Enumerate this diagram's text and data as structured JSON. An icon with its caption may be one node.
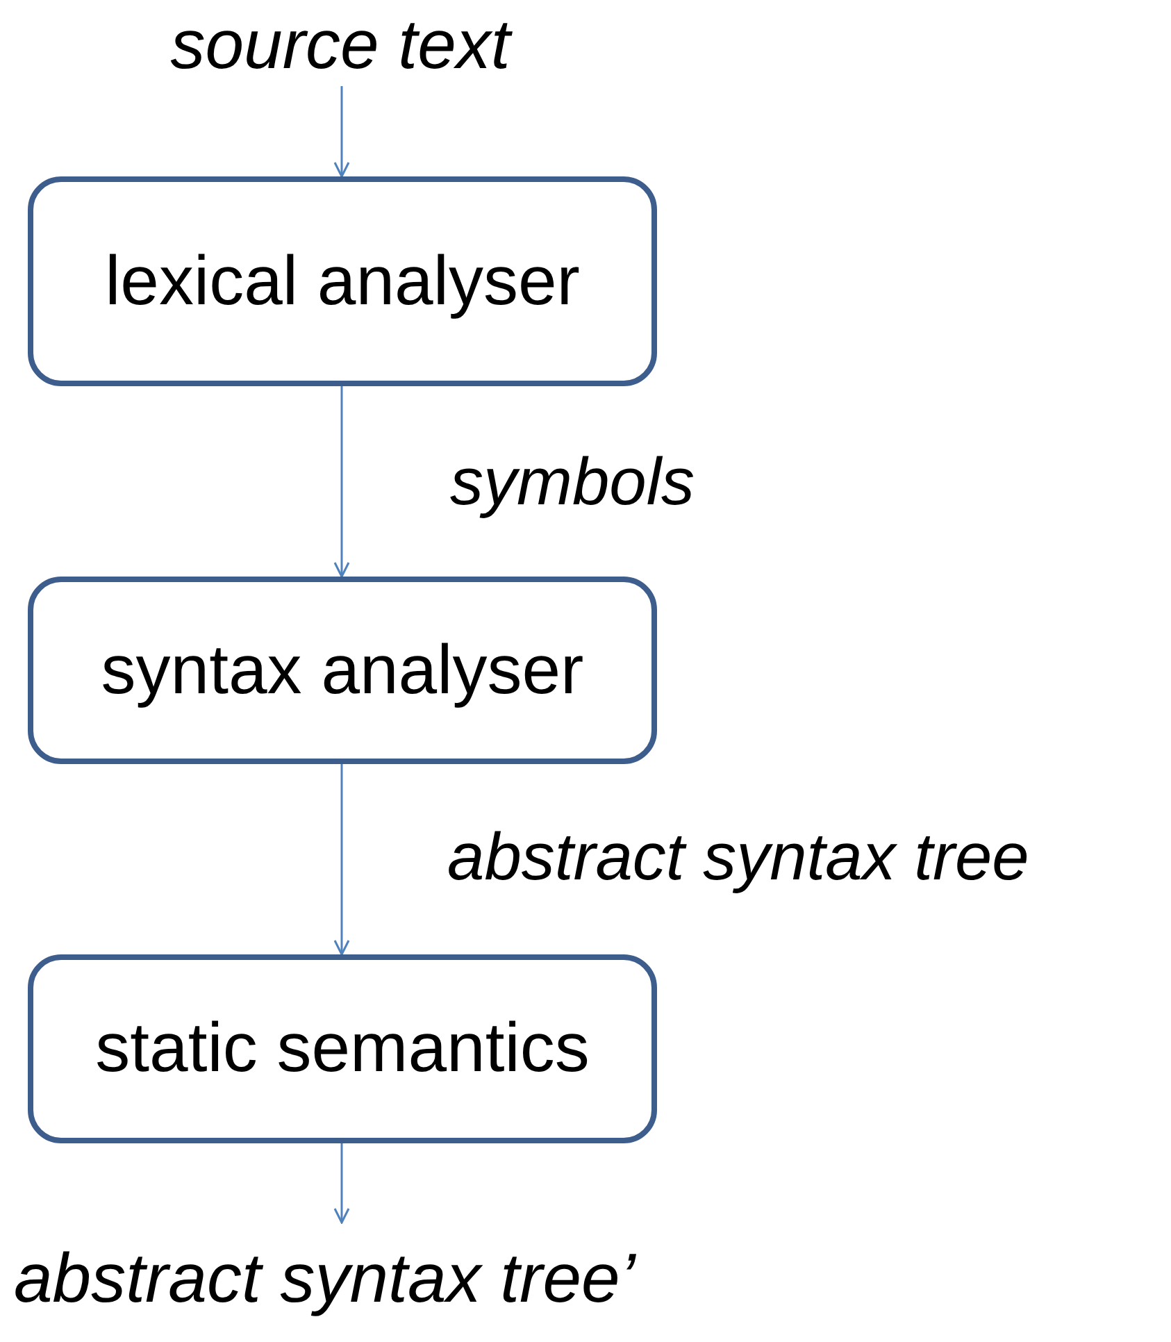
{
  "diagram": {
    "nodes": [
      {
        "text": [
          "source text"
        ]
      },
      {
        "text": [
          "lexical analyser"
        ]
      },
      {
        "text": [
          "syntax analyser"
        ]
      },
      {
        "text": [
          "static semantics"
        ]
      },
      {
        "text": [
          "abstract syntax tree’"
        ]
      }
    ],
    "edges": [
      {
        "from": 0,
        "to": 1,
        "arrow": "to"
      },
      {
        "from": 1,
        "to": 2,
        "arrow": "to",
        "label": "symbols"
      },
      {
        "from": 2,
        "to": 3,
        "arrow": "to",
        "label": "abstract syntax tree"
      },
      {
        "from": 3,
        "to": 4,
        "arrow": "to"
      }
    ]
  }
}
